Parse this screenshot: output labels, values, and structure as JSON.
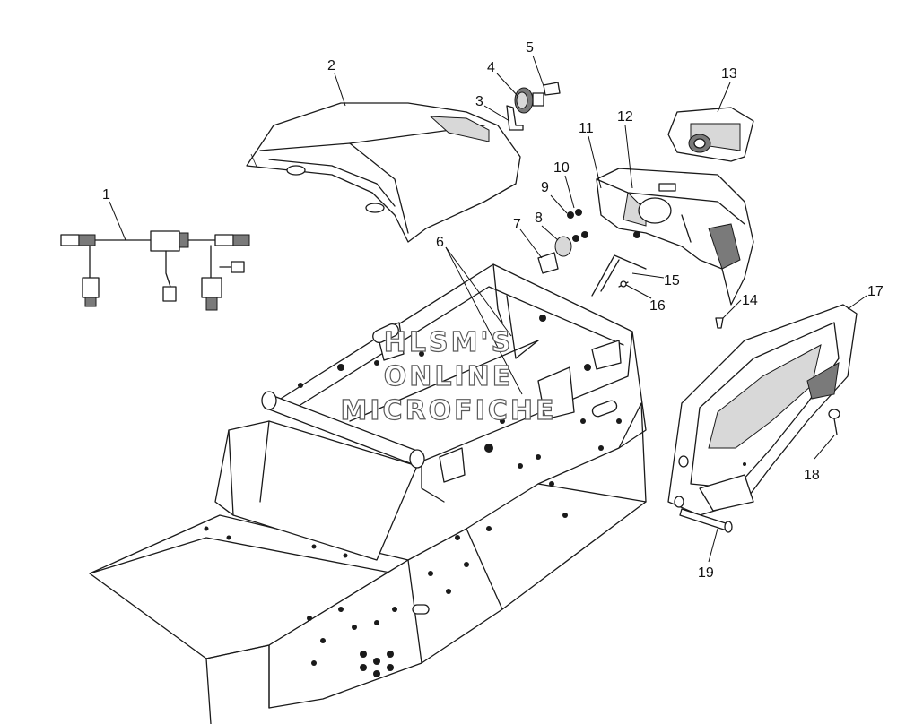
{
  "watermark": {
    "line1": "HLSM'S",
    "line2": "ONLINE",
    "line3": "MICROFICHE"
  },
  "callouts": [
    {
      "id": "1",
      "label": "1"
    },
    {
      "id": "2",
      "label": "2"
    },
    {
      "id": "3",
      "label": "3"
    },
    {
      "id": "4",
      "label": "4"
    },
    {
      "id": "5",
      "label": "5"
    },
    {
      "id": "6",
      "label": "6"
    },
    {
      "id": "7",
      "label": "7"
    },
    {
      "id": "8",
      "label": "8"
    },
    {
      "id": "9",
      "label": "9"
    },
    {
      "id": "10",
      "label": "10"
    },
    {
      "id": "11",
      "label": "11"
    },
    {
      "id": "12",
      "label": "12"
    },
    {
      "id": "13",
      "label": "13"
    },
    {
      "id": "14",
      "label": "14"
    },
    {
      "id": "15",
      "label": "15"
    },
    {
      "id": "16",
      "label": "16"
    },
    {
      "id": "17",
      "label": "17"
    },
    {
      "id": "18",
      "label": "18"
    },
    {
      "id": "19",
      "label": "19"
    }
  ]
}
